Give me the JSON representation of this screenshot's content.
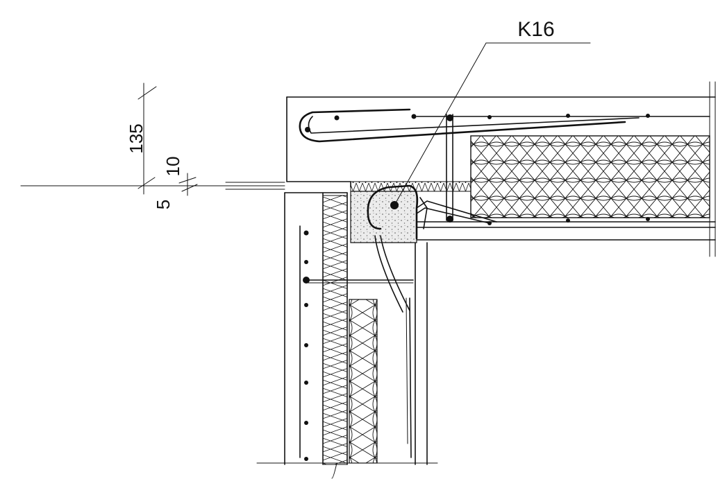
{
  "labels": {
    "detail_ref": "K16",
    "dim_top": "135",
    "dim_mid": "10",
    "dim_low": "5"
  },
  "colors": {
    "ink": "#111111",
    "background": "#ffffff",
    "concrete_fill": "#e8e8e8"
  }
}
